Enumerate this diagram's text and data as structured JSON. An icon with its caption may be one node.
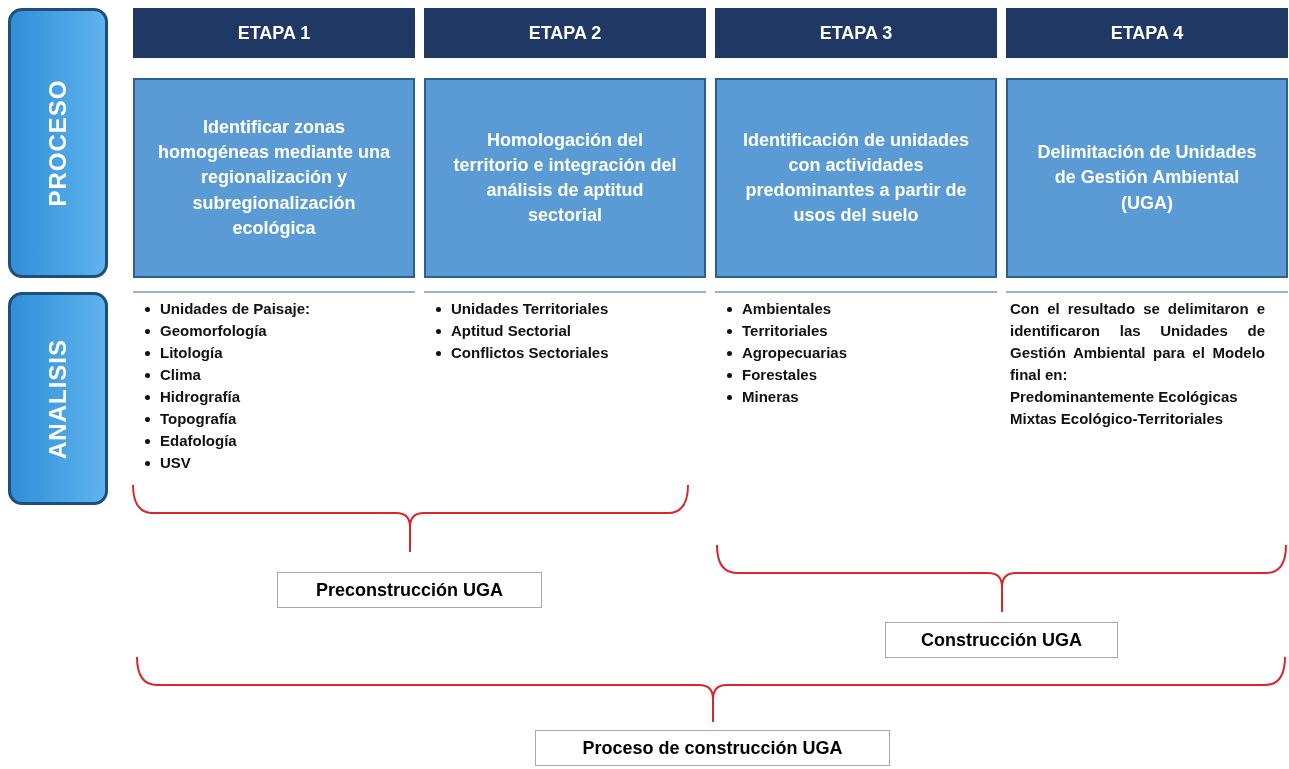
{
  "diagram": {
    "nodes": [
      {
        "text": [
          "PROCESO"
        ]
      },
      {
        "text": [
          "ANALISIS"
        ]
      },
      {
        "text": [
          "ETAPA 1"
        ]
      },
      {
        "text": [
          "ETAPA 2"
        ]
      },
      {
        "text": [
          "ETAPA 3"
        ]
      },
      {
        "text": [
          "ETAPA 4"
        ]
      },
      {
        "text": [
          "Identificar zonas homogéneas mediante una regionalización y subregionalización ecológica"
        ]
      },
      {
        "text": [
          "Homologación del territorio e integración del análisis de aptitud sectorial"
        ]
      },
      {
        "text": [
          "Identificación de unidades con actividades predominantes a partir de usos del suelo"
        ]
      },
      {
        "text": [
          "Delimitación de Unidades de Gestión Ambiental (UGA)"
        ]
      },
      {
        "text": [
          "Preconstrucción UGA"
        ]
      },
      {
        "text": [
          "Construcción UGA"
        ]
      },
      {
        "text": [
          "Proceso de construcción UGA"
        ]
      }
    ],
    "labels": [
      "Unidades de Paisaje:",
      "Geomorfología",
      "Litología",
      "Clima",
      "Hidrografía",
      "Topografía",
      "Edafología",
      "USV",
      "Unidades Territoriales",
      "Aptitud Sectorial",
      "Conflictos Sectoriales",
      "Ambientales",
      "Territoriales",
      "Agropecuarias",
      "Forestales",
      "Mineras",
      "Con el resultado se delimitaron e identificaron las Unidades de Gestión Ambiental para el Modelo final en:",
      "Predominantemente Ecológicas",
      "Mixtas Ecológico-Territoriales"
    ]
  }
}
